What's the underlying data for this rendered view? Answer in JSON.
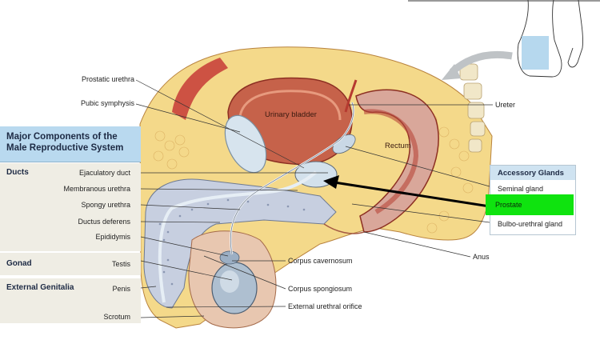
{
  "panel": {
    "title": "Major Components of the Male Reproductive System",
    "sections": [
      {
        "name": "Ducts",
        "items": [
          "Ejaculatory duct",
          "Membranous urethra",
          "Spongy urethra",
          "Ductus deferens",
          "Epididymis"
        ]
      },
      {
        "name": "Gonad",
        "items": [
          "Testis"
        ]
      },
      {
        "name": "External Genitalia",
        "items": [
          "Penis",
          "Scrotum"
        ]
      }
    ]
  },
  "left_labels": {
    "prostatic_urethra": "Prostatic urethra",
    "pubic_symphysis": "Pubic symphysis"
  },
  "inner_labels": {
    "urinary_bladder": "Urinary bladder",
    "rectum": "Rectum"
  },
  "right_labels": {
    "ureter": "Ureter",
    "anus": "Anus"
  },
  "bottom_labels": {
    "corpus_cavernosum": "Corpus cavernosum",
    "corpus_spongiosum": "Corpus spongiosum",
    "external_urethral_orifice": "External urethral orifice"
  },
  "accessory": {
    "title": "Accessory Glands",
    "items": [
      "Seminal gland",
      "Prostate",
      "Bulbo-urethral gland"
    ]
  },
  "highlight_color": "#0fe30f"
}
